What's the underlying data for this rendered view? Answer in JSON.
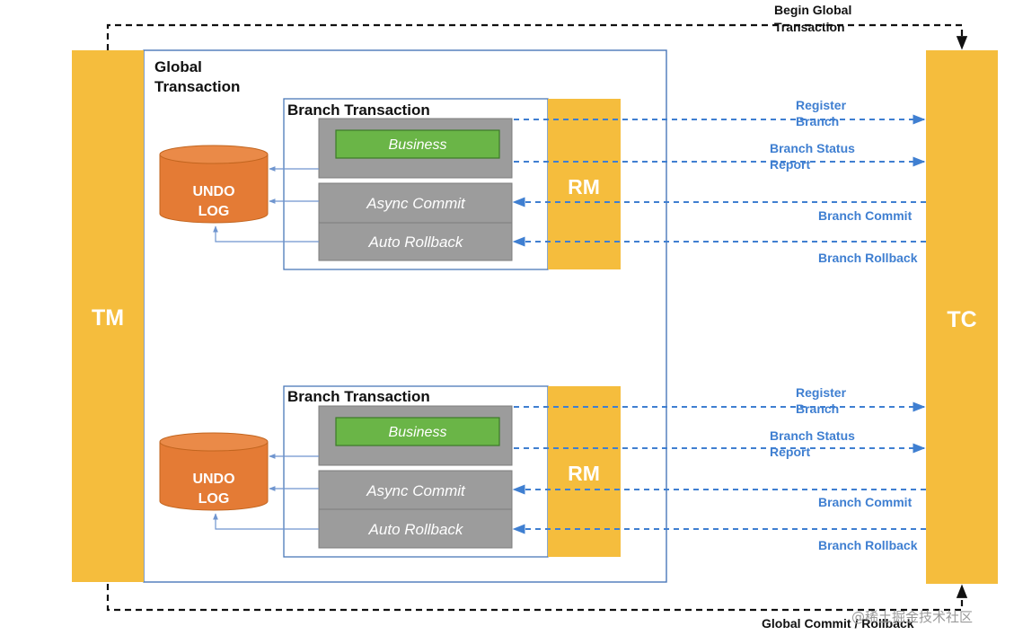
{
  "tm": {
    "label": "TM"
  },
  "tc": {
    "label": "TC"
  },
  "global_transaction": {
    "line1": "Global",
    "line2": "Transaction"
  },
  "top_flow": {
    "line1": "Begin Global",
    "line2": "Transaction"
  },
  "bottom_flow": {
    "label": "Global Commit / Rollback"
  },
  "branches": [
    {
      "title": "Branch Transaction",
      "business": "Business",
      "async_commit": "Async Commit",
      "auto_rollback": "Auto Rollback",
      "rm": "RM",
      "undo_log": {
        "line1": "UNDO",
        "line2": "LOG"
      },
      "messages": {
        "register": {
          "line1": "Register",
          "line2": "Branch"
        },
        "status": {
          "line1": "Branch Status",
          "line2": "Report"
        },
        "commit": "Branch Commit",
        "rollback": "Branch Rollback"
      }
    },
    {
      "title": "Branch Transaction",
      "business": "Business",
      "async_commit": "Async Commit",
      "auto_rollback": "Auto Rollback",
      "rm": "RM",
      "undo_log": {
        "line1": "UNDO",
        "line2": "LOG"
      },
      "messages": {
        "register": {
          "line1": "Register",
          "line2": "Branch"
        },
        "status": {
          "line1": "Branch Status",
          "line2": "Report"
        },
        "commit": "Branch Commit",
        "rollback": "Branch Rollback"
      }
    }
  ],
  "watermark": "@稀土掘金技术社区",
  "colors": {
    "yellow": "#f5bd3d",
    "orange_db": "#e47b35",
    "green": "#6ab547",
    "gray": "#9c9c9c",
    "blue_arrow": "#3f7fd1",
    "frame_blue": "#4a78b8"
  }
}
